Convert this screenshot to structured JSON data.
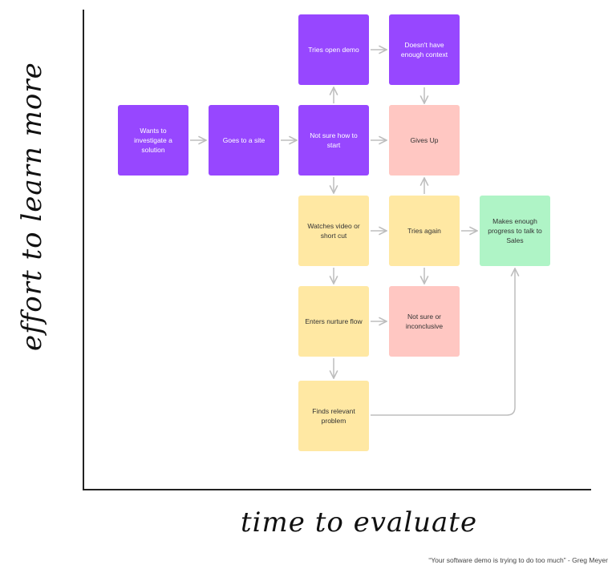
{
  "axes": {
    "y_label": "effort to learn more",
    "x_label": "time to evaluate"
  },
  "quote": "“Your software demo is trying to do too much” - Greg Meyer",
  "colors": {
    "purple": "#9747FF",
    "pink": "#FFC7C2",
    "yellow": "#FFE8A3",
    "green": "#AFF4C6",
    "arrow": "#bdbdbd"
  },
  "nodes": {
    "wants": "Wants to investigate a solution",
    "goes": "Goes to a site",
    "not_sure_start": "Not sure how to start",
    "tries_demo": "Tries open demo",
    "no_context": "Doesn't have enough context",
    "gives_up": "Gives Up",
    "watches": "Watches video or short cut",
    "tries_again": "Tries again",
    "progress": "Makes enough progress to talk to Sales",
    "nurture": "Enters nurture flow",
    "inconclusive": "Not sure or inconclusive",
    "finds": "Finds relevant problem"
  }
}
